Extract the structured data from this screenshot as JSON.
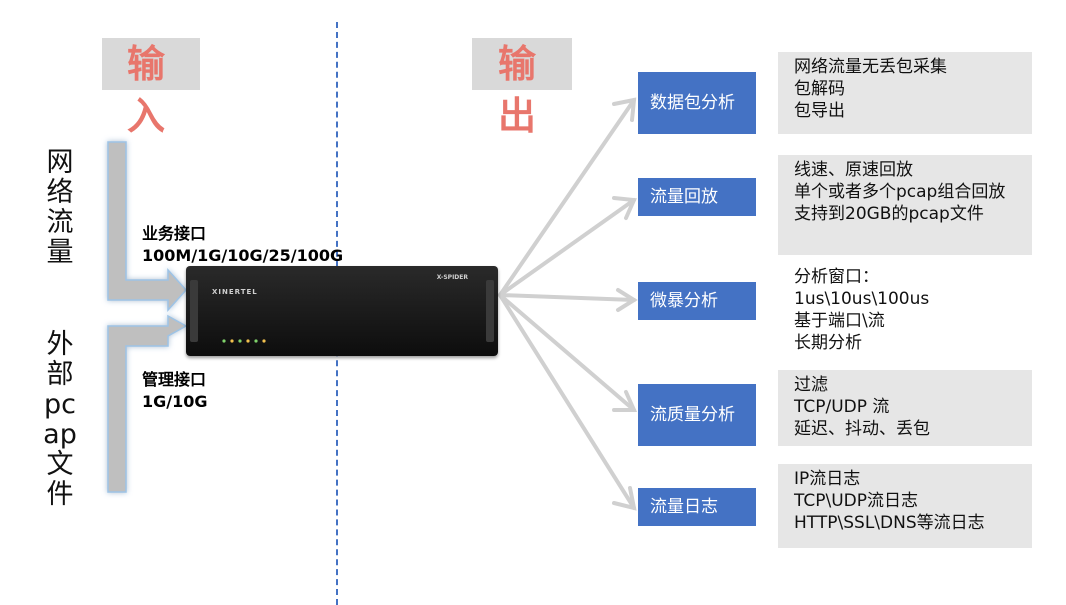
{
  "headings": {
    "input": "输 入",
    "output": "输 出"
  },
  "left_labels": {
    "network_traffic": "网络流量",
    "external_pcap": "外部pcap文件"
  },
  "interfaces": {
    "service": {
      "title": "业务接口",
      "speed": "100M/1G/10G/25/100G"
    },
    "management": {
      "title": "管理接口",
      "speed": "1G/10G"
    }
  },
  "device": {
    "brand": "XINERTEL",
    "model": "X-SPIDER"
  },
  "outputs": [
    {
      "label": "数据包分析",
      "details": [
        "网络流量无丢包采集",
        "包解码",
        "包导出"
      ]
    },
    {
      "label": "流量回放",
      "details": [
        "线速、原速回放",
        "单个或者多个pcap组合回放",
        "支持到20GB的pcap文件"
      ]
    },
    {
      "label": "微暴分析",
      "details": [
        "分析窗口：",
        "1us\\10us\\100us",
        "基于端口\\流",
        "长期分析"
      ]
    },
    {
      "label": "流质量分析",
      "details": [
        "过滤",
        "TCP/UDP 流",
        "延迟、抖动、丢包"
      ]
    },
    {
      "label": "流量日志",
      "details": [
        "IP流日志",
        "TCP\\UDP流日志",
        "HTTP\\SSL\\DNS等流日志"
      ]
    }
  ],
  "colors": {
    "accent_blue": "#4472c4",
    "heading_red": "#e8766c",
    "arrow_grey": "#bfbfbf",
    "box_grey": "#e6e6e6"
  }
}
